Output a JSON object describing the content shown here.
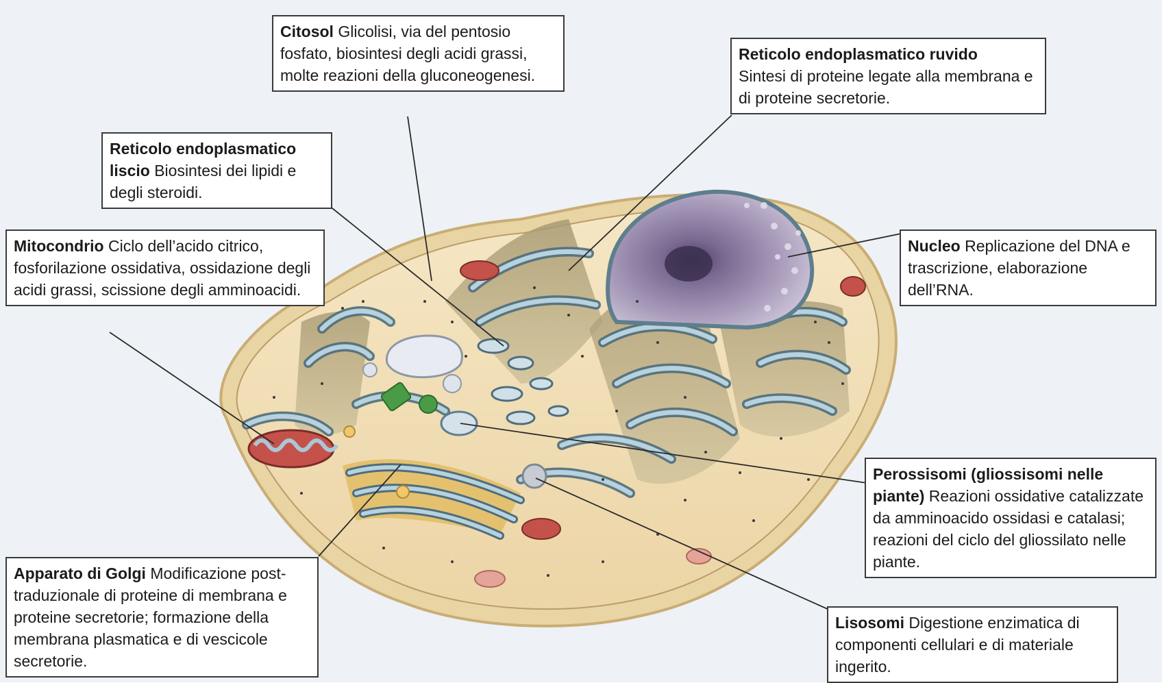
{
  "colors": {
    "background": "#eef1f6",
    "cytoplasm": "#f1dfb8",
    "membrane": "#d8c08f",
    "er": "#a9c7d6",
    "er_dark": "#4f6d7c",
    "mitochondrion": "#c4524a",
    "nucleus": "#9d8fb0",
    "golgi": "#e0b85a",
    "chloro": "#4a9b45",
    "line": "#2a2a2a"
  },
  "labels": {
    "citosol": {
      "title": "Citosol",
      "text": " Glicolisi, via del pentosio fosfato, biosintesi degli acidi grassi, molte reazioni della gluconeogenesi."
    },
    "rer": {
      "title": "Reticolo endoplasmatico ruvido",
      "text": "Sintesi di proteine legate alla membrana e di proteine secretorie."
    },
    "ser": {
      "title": "Reticolo endoplasmatico liscio",
      "text": " Biosintesi dei lipidi e degli steroidi."
    },
    "mitocondrio": {
      "title": "Mitocondrio",
      "text": " Ciclo dell’acido citrico, fosforilazione ossidativa, ossidazione degli acidi grassi, scissione degli amminoacidi."
    },
    "nucleo": {
      "title": "Nucleo",
      "text": " Replicazione del DNA e trascrizione, elaborazione dell’RNA."
    },
    "perossisomi": {
      "title": "Perossisomi (gliossisomi nelle piante)",
      "text": " Reazioni ossidative catalizzate da amminoacido ossidasi e catalasi; reazioni del ciclo del gliossilato nelle piante."
    },
    "golgi": {
      "title": "Apparato di Golgi",
      "text": " Modificazione post-traduzionale di proteine di membrana e proteine secretorie; formazione della membrana plasmatica e di vescicole secretorie."
    },
    "lisosomi": {
      "title": "Lisosomi",
      "text": " Digestione enzimatica di componenti cellulari e di materiale ingerito."
    }
  }
}
